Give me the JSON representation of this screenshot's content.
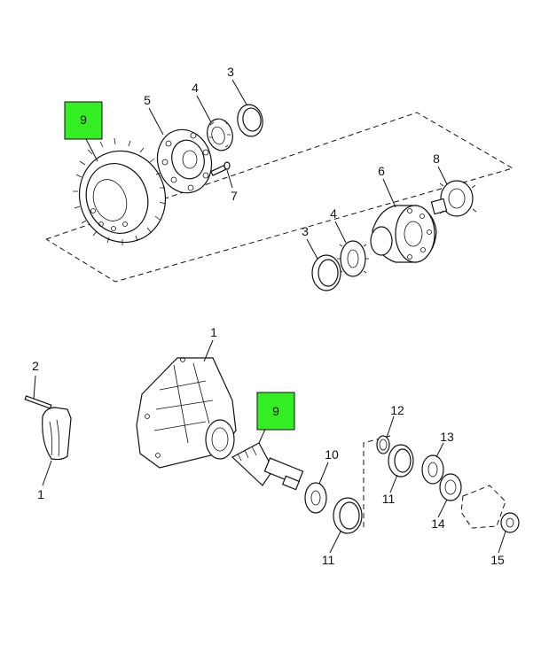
{
  "callouts": [
    {
      "id": "c-9-top",
      "label": "9"
    },
    {
      "id": "c-5",
      "label": "5"
    },
    {
      "id": "c-4-top",
      "label": "4"
    },
    {
      "id": "c-3-top",
      "label": "3"
    },
    {
      "id": "c-7",
      "label": "7"
    },
    {
      "id": "c-6",
      "label": "6"
    },
    {
      "id": "c-8",
      "label": "8"
    },
    {
      "id": "c-3-mid",
      "label": "3"
    },
    {
      "id": "c-4-mid",
      "label": "4"
    },
    {
      "id": "c-1-top",
      "label": "1"
    },
    {
      "id": "c-2",
      "label": "2"
    },
    {
      "id": "c-1-left",
      "label": "1"
    },
    {
      "id": "c-9-bot",
      "label": "9"
    },
    {
      "id": "c-12",
      "label": "12"
    },
    {
      "id": "c-13",
      "label": "13"
    },
    {
      "id": "c-10",
      "label": "10"
    },
    {
      "id": "c-11-a",
      "label": "11"
    },
    {
      "id": "c-14",
      "label": "14"
    },
    {
      "id": "c-11-b",
      "label": "11"
    },
    {
      "id": "c-15",
      "label": "15"
    }
  ],
  "colors": {
    "highlight": "#33ee22",
    "line": "#111111",
    "background": "#ffffff"
  }
}
